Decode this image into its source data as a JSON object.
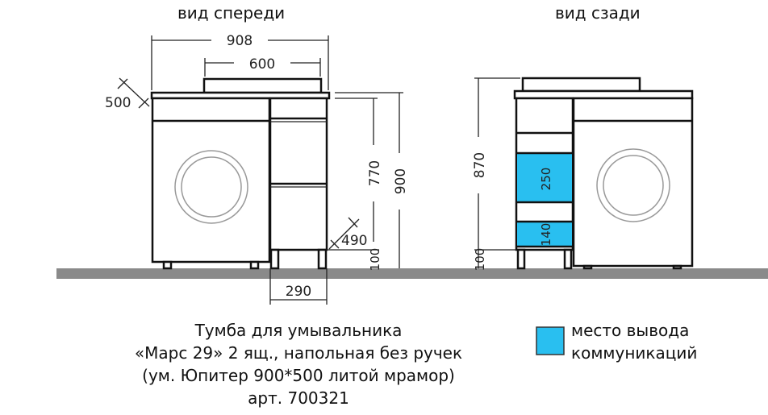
{
  "titles": {
    "front": "вид спереди",
    "back": "вид сзади"
  },
  "dimensions": {
    "total_width": "908",
    "sink_width": "600",
    "depth_top": "500",
    "height_total": "900",
    "height_body": "770",
    "leg_height": "100",
    "drawer_depth": "490",
    "drawer_width": "290",
    "back_height": "870",
    "back_leg_height": "100",
    "opening_upper": "250",
    "opening_lower": "140"
  },
  "caption": {
    "line1": "Тумба для умывальника",
    "line2": "«Марс 29» 2 ящ., напольная без ручек",
    "line3": "(ум. Юпитер 900*500 литой мрамор)",
    "line4": "арт. 700321"
  },
  "legend": {
    "line1": "место вывода",
    "line2": "коммуникаций",
    "color": "#29BFF0"
  },
  "colors": {
    "floor": "#8a8a8a",
    "highlight": "#29BFF0"
  }
}
